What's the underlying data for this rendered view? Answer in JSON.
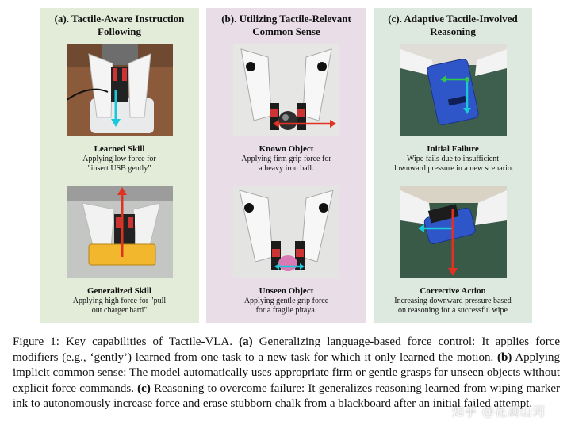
{
  "panels": [
    {
      "title_line1": "(a). Tactile-Aware Instruction",
      "title_line2": "Following",
      "top": {
        "title": "Learned Skill",
        "line1": "Applying low force for",
        "line2": "\"insert USB gently\""
      },
      "bottom": {
        "title": "Generalized Skill",
        "line1": "Applying high force for \"pull",
        "line2": "out charger hard\""
      }
    },
    {
      "title_line1": "(b). Utilizing Tactile-Relevant",
      "title_line2": "Common Sense",
      "top": {
        "title": "Known Object",
        "line1": "Applying firm grip force for",
        "line2": "a heavy iron ball."
      },
      "bottom": {
        "title": "Unseen Object",
        "line1": "Applying gentle grip force",
        "line2": "for a fragile pitaya."
      }
    },
    {
      "title_line1": "(c). Adaptive Tactile-Involved",
      "title_line2": "Reasoning",
      "top": {
        "title": "Initial Failure",
        "line1": "Wipe fails due to insufficient",
        "line2": "downward pressure in a new scenario."
      },
      "bottom": {
        "title": "Corrective Action",
        "line1": "Increasing downward pressure based",
        "line2": "on reasoning for a successful wipe"
      }
    }
  ],
  "caption": {
    "prefix": "Figure 1: Key capabilities of Tactile-VLA. ",
    "a_tag": "(a)",
    "a_text": " Generalizing language-based force control: It applies force modifiers (e.g., ‘gently’) learned from one task to a new task for which it only learned the motion. ",
    "b_tag": "(b)",
    "b_text": " Applying implicit common sense: The model automatically uses appropriate firm or gentle grasps for unseen objects without explicit force commands. ",
    "c_tag": "(c)",
    "c_text": " Reasoning to overcome failure: It generalizes reasoning learned from wiping marker ink to autonomously increase force and erase stubborn chalk from a blackboard after an initial failed attempt."
  },
  "watermark": "知乎 @花满山河"
}
